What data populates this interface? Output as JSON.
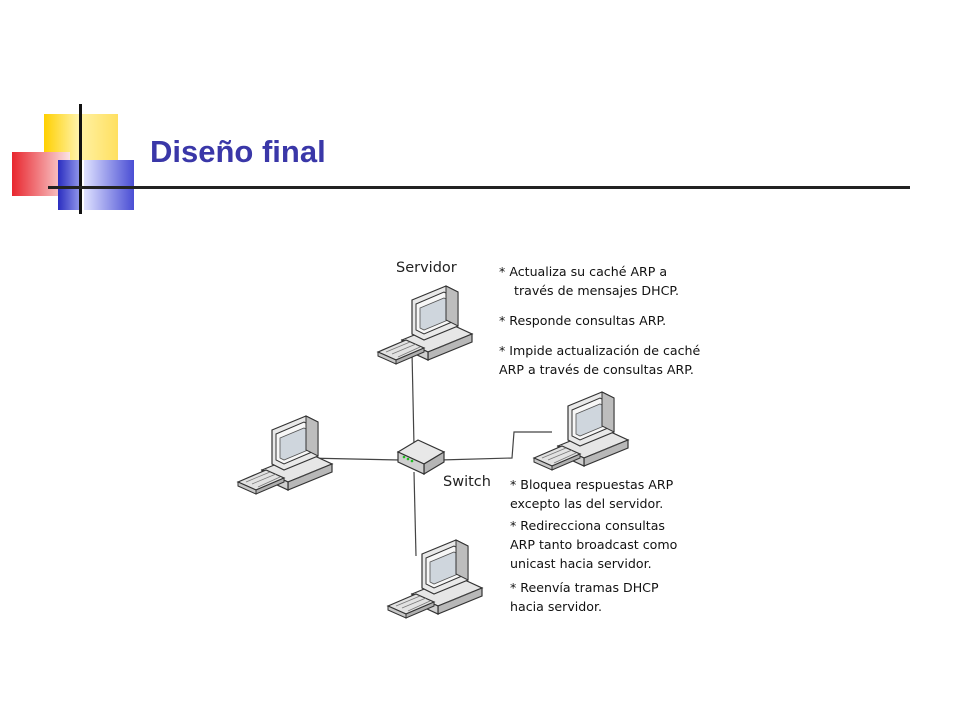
{
  "slide": {
    "title": "Diseño final"
  },
  "diagram": {
    "server_label": "Servidor",
    "switch_label": "Switch",
    "server_notes": [
      {
        "lines": [
          "* ",
          "Actualiza su caché ARP a",
          "través de mensajes DHCP."
        ]
      },
      {
        "lines": [
          "* Responde consultas ARP."
        ]
      },
      {
        "lines": [
          "* Impide actualización de caché",
          "ARP a través de consultas ARP."
        ]
      }
    ],
    "switch_notes": [
      {
        "lines": [
          "* Bloquea respuestas ARP",
          "excepto las del servidor."
        ]
      },
      {
        "lines": [
          "* Redirecciona  consultas",
          "ARP tanto broadcast como",
          "unicast hacia servidor."
        ]
      },
      {
        "lines": [
          "* Reenvía tramas DHCP",
          "hacia servidor."
        ]
      }
    ]
  },
  "colors": {
    "title": "#3a37a8",
    "yellow": "#ffd200",
    "blue": "#2f32c8",
    "red": "#e8323a",
    "switch_light": "#22bb22"
  },
  "icons": [
    "computer-icon",
    "network-switch-icon"
  ]
}
